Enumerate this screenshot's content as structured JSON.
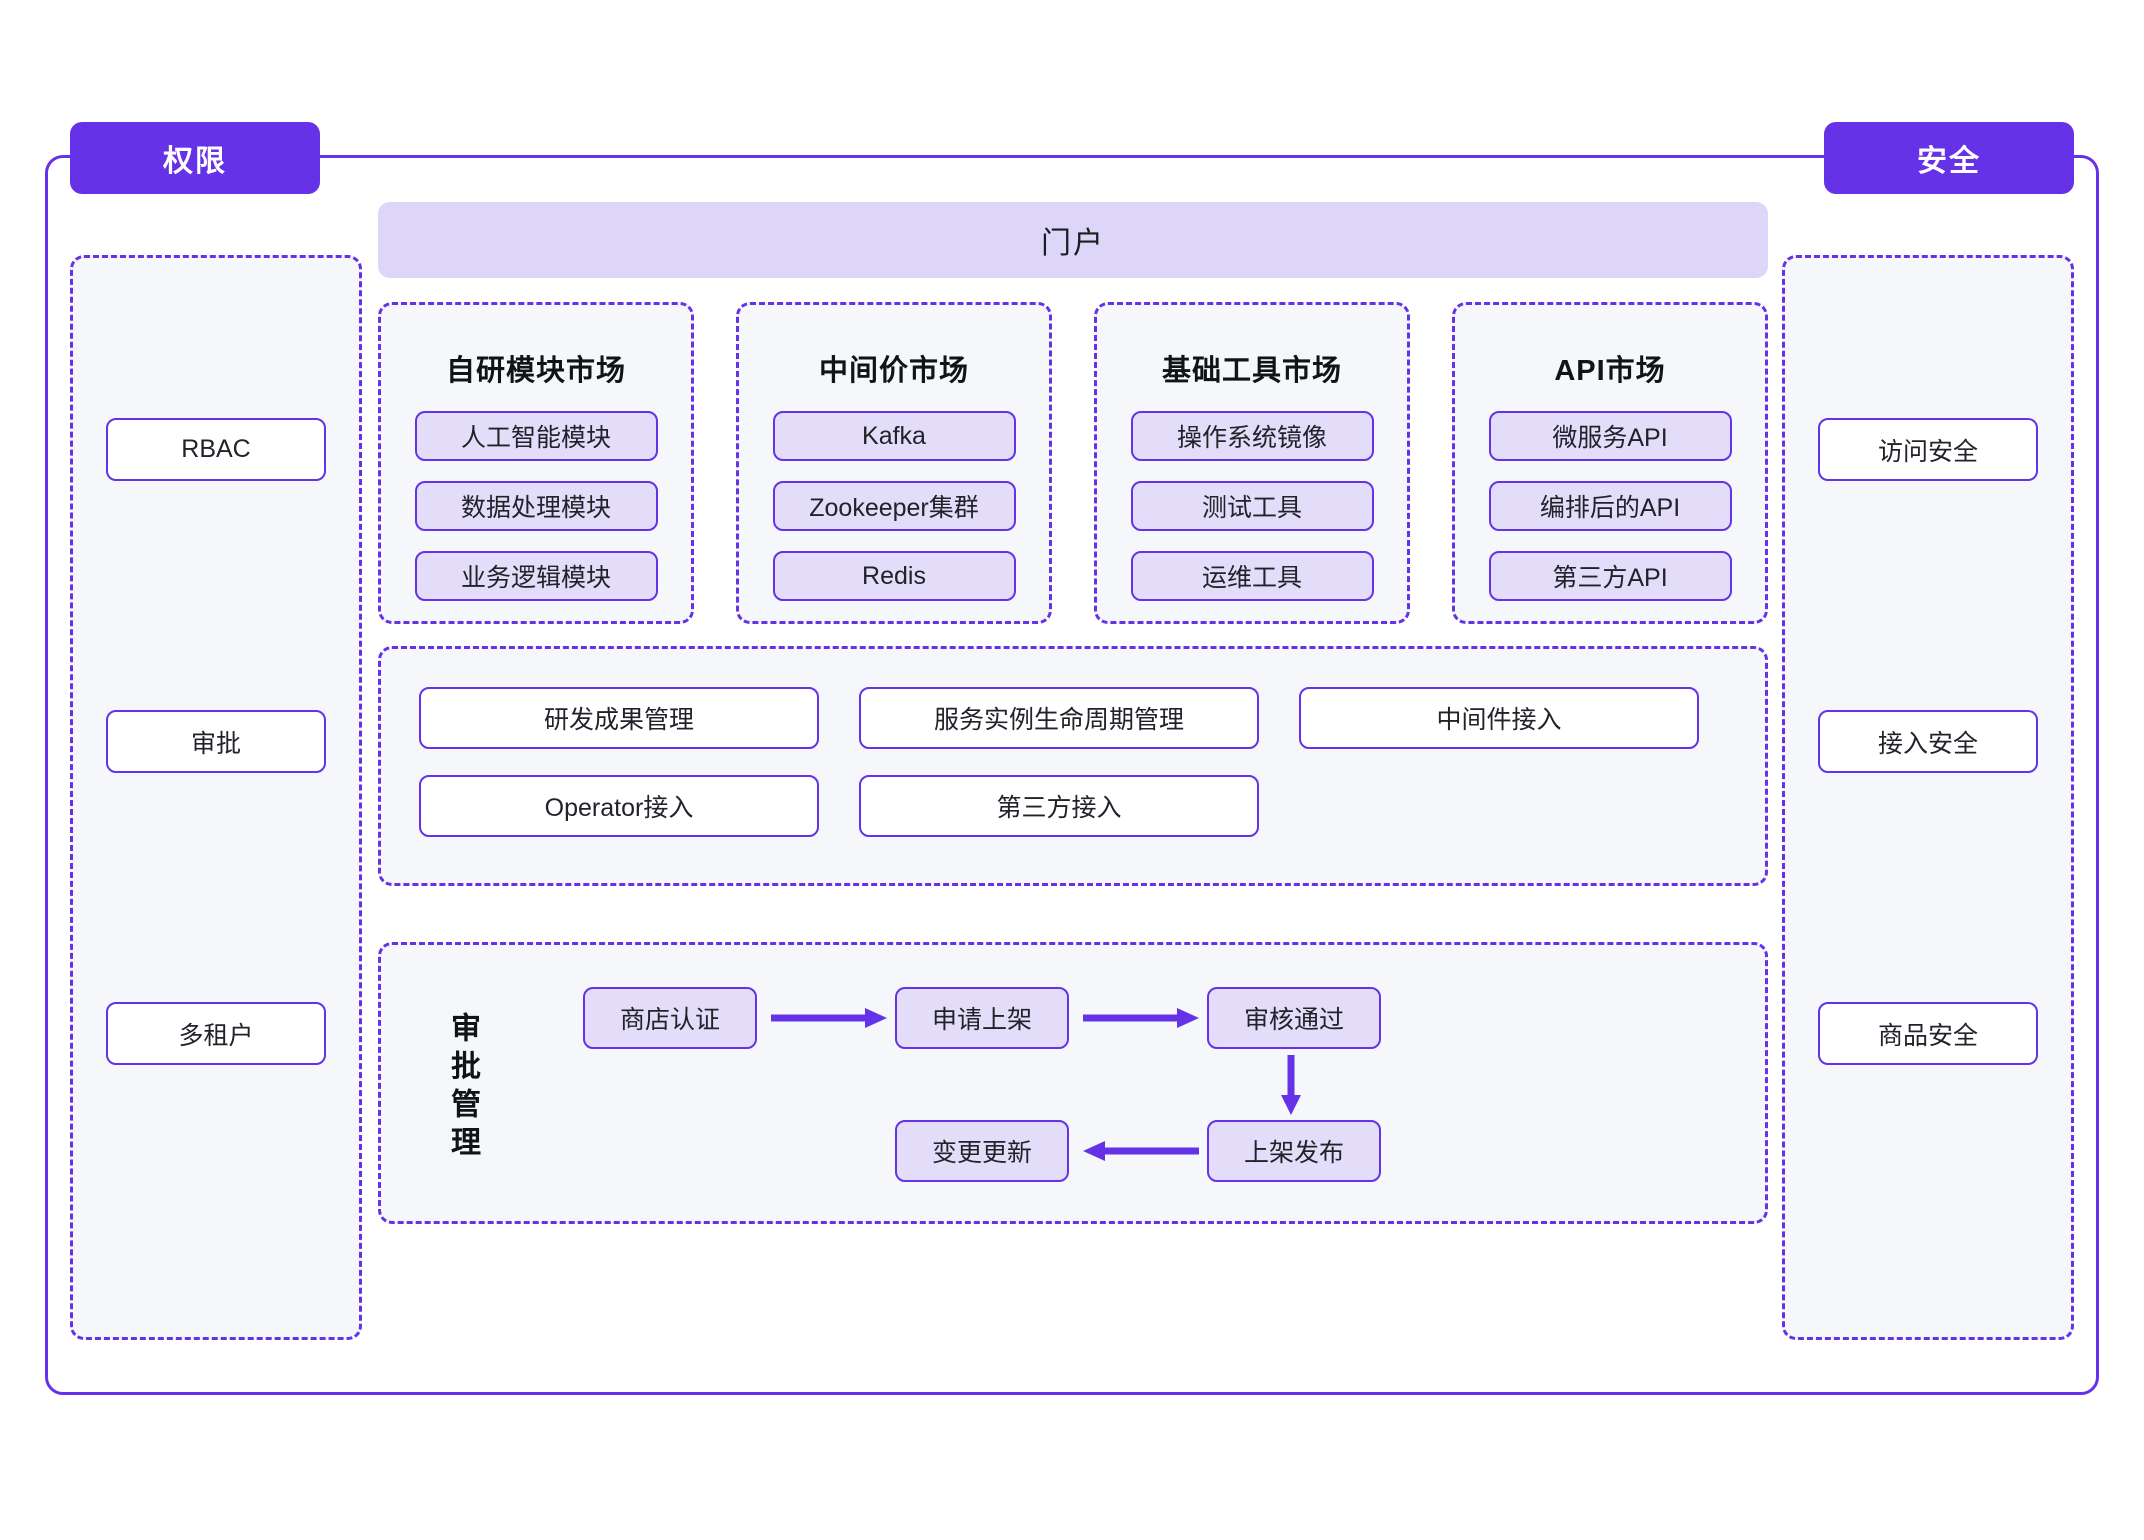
{
  "theme": {
    "accent": "#6532e8",
    "accent_light": "#ddd6f8",
    "node_fill": "#e4ddfa",
    "panel_bg": "#f6f7fa",
    "white": "#ffffff",
    "text": "#20232a"
  },
  "left_column": {
    "header": "权限",
    "items": [
      {
        "label": "RBAC"
      },
      {
        "label": "审批"
      },
      {
        "label": "多租户"
      }
    ]
  },
  "right_column": {
    "header": "安全",
    "items": [
      {
        "label": "访问安全"
      },
      {
        "label": "接入安全"
      },
      {
        "label": "商品安全"
      }
    ]
  },
  "portal": {
    "title": "门户"
  },
  "markets": [
    {
      "title": "自研模块市场",
      "items": [
        "人工智能模块",
        "数据处理模块",
        "业务逻辑模块"
      ]
    },
    {
      "title": "中间价市场",
      "items": [
        "Kafka",
        "Zookeeper集群",
        "Redis"
      ]
    },
    {
      "title": "基础工具市场",
      "items": [
        "操作系统镜像",
        "测试工具",
        "运维工具"
      ]
    },
    {
      "title": "API市场",
      "items": [
        "微服务API",
        "编排后的API",
        "第三方API"
      ]
    }
  ],
  "management": {
    "row1": [
      "研发成果管理",
      "服务实例生命周期管理",
      "中间件接入"
    ],
    "row2": [
      "Operator接入",
      "第三方接入"
    ]
  },
  "approval": {
    "label": "审批管理",
    "nodes": [
      "商店认证",
      "申请上架",
      "审核通过",
      "上架发布",
      "变更更新"
    ]
  }
}
